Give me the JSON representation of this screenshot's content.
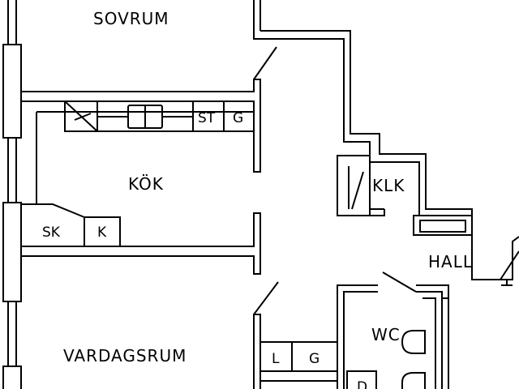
{
  "rooms": {
    "bedroom": "SOVRUM",
    "kitchen": "KÖK",
    "living": "VARDAGSRUM",
    "closet": "KLK",
    "hall": "HALL",
    "wc": "WC"
  },
  "fixtures": {
    "stove": "ST",
    "kitchen_g": "G",
    "sk": "SK",
    "k": "K",
    "l": "L",
    "g2": "G",
    "d": "D"
  }
}
